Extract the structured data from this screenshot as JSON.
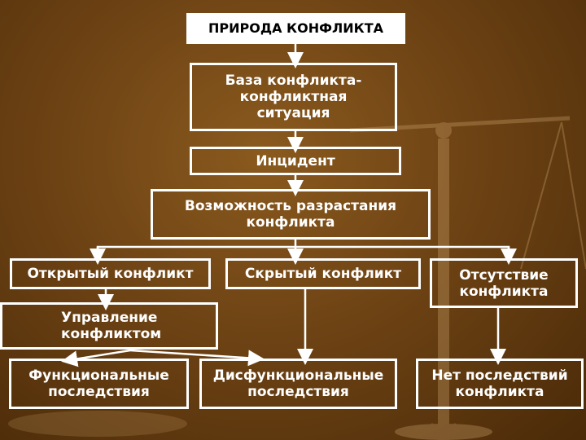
{
  "title": "ПРИРОДА КОНФЛИКТА",
  "nodes": {
    "base": "База конфликта-\nконфликтная\nситуация",
    "incident": "Инцидент",
    "escalation": "Возможность разрастания\nконфликта",
    "open": "Открытый конфликт",
    "hidden": "Скрытый конфликт",
    "absent": "Отсутствие\nконфликта",
    "management": "Управление\nконфликтом",
    "functional": "Функциональные\nпоследствия",
    "dysfunctional": "Дисфункциональные\nпоследствия",
    "no_consequences": "Нет последствий\nконфликта"
  },
  "colors": {
    "box_border": "#ffffff",
    "text": "#ffffff",
    "title_bg": "#ffffff",
    "title_text": "#000000"
  }
}
